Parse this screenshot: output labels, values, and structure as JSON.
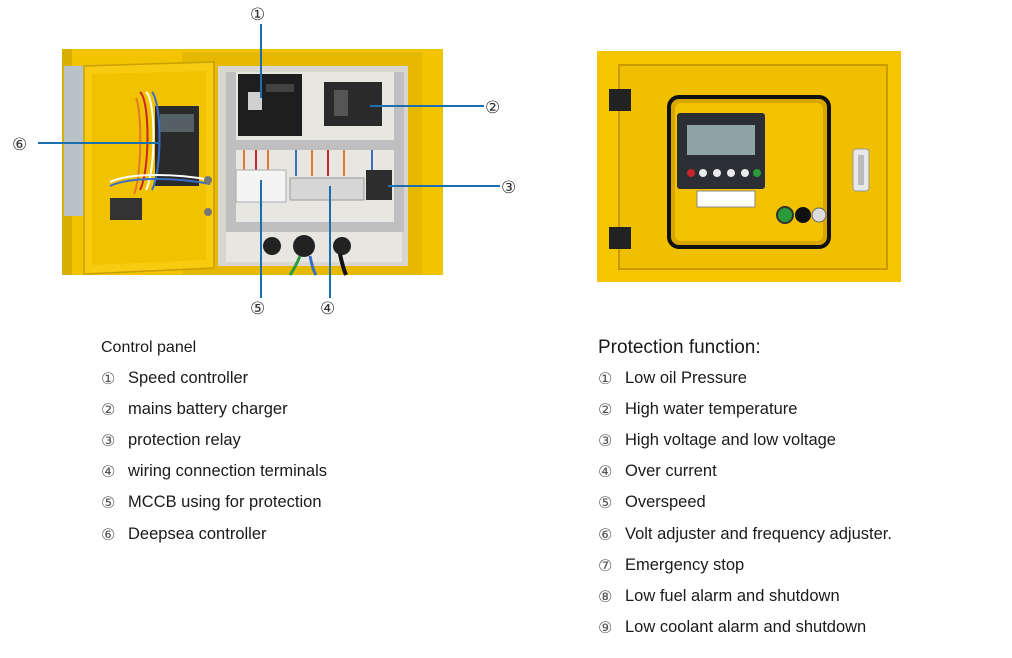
{
  "colors": {
    "panel_yellow": "#f5c800",
    "callout_line": "#1a6fb0",
    "text": "#1a1a1a"
  },
  "panel_photo": {
    "callouts": [
      "①",
      "②",
      "③",
      "④",
      "⑤",
      "⑥"
    ]
  },
  "control_panel": {
    "title": "Control panel",
    "items": [
      {
        "num": "①",
        "label": "Speed controller"
      },
      {
        "num": "②",
        "label": "mains battery charger"
      },
      {
        "num": "③",
        "label": "protection relay"
      },
      {
        "num": "④",
        "label": "wiring connection terminals"
      },
      {
        "num": "⑤",
        "label": "MCCB using for protection"
      },
      {
        "num": "⑥",
        "label": "Deepsea controller"
      }
    ]
  },
  "protection": {
    "title": "Protection function:",
    "items": [
      {
        "num": "①",
        "label": "Low oil Pressure"
      },
      {
        "num": "②",
        "label": "High water temperature"
      },
      {
        "num": "③",
        "label": "High voltage and low voltage"
      },
      {
        "num": "④",
        "label": "Over current"
      },
      {
        "num": "⑤",
        "label": "Overspeed"
      },
      {
        "num": "⑥",
        "label": "Volt adjuster and frequency adjuster."
      },
      {
        "num": "⑦",
        "label": "Emergency stop"
      },
      {
        "num": "⑧",
        "label": "Low fuel alarm and shutdown"
      },
      {
        "num": "⑨",
        "label": "Low coolant alarm and shutdown"
      }
    ]
  }
}
